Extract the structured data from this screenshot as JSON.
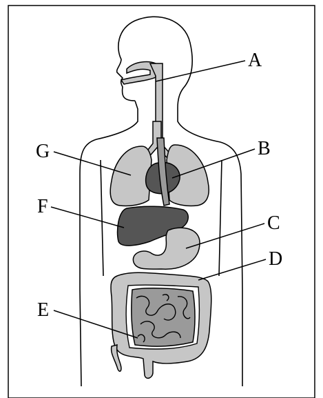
{
  "labels": {
    "A": "A",
    "B": "B",
    "C": "C",
    "D": "D",
    "E": "E",
    "F": "F",
    "G": "G"
  },
  "colors": {
    "light_organ": "#c6c6c6",
    "dark_organ": "#555555",
    "mid_organ": "#9a9a9a"
  }
}
